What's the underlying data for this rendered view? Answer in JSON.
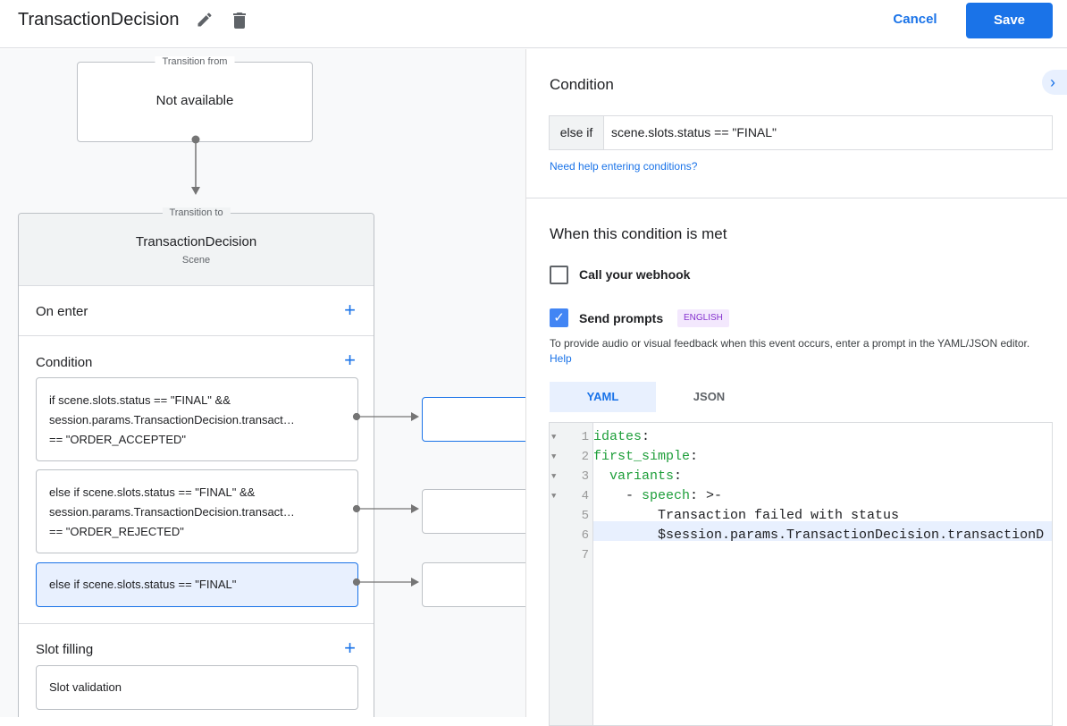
{
  "header": {
    "title": "TransactionDecision",
    "cancel_label": "Cancel",
    "save_label": "Save"
  },
  "canvas": {
    "from_legend": "Transition from",
    "from_value": "Not available",
    "to_legend": "Transition to",
    "scene_name": "TransactionDecision",
    "scene_type": "Scene",
    "on_enter": "On enter",
    "condition": "Condition",
    "slot_filling": "Slot filling",
    "slot_validation": "Slot validation",
    "conditions": [
      {
        "lines": [
          "if scene.slots.status == \"FINAL\" &&",
          "session.params.TransactionDecision.transact…",
          "== \"ORDER_ACCEPTED\""
        ]
      },
      {
        "lines": [
          "else if scene.slots.status == \"FINAL\" &&",
          "session.params.TransactionDecision.transact…",
          "== \"ORDER_REJECTED\""
        ]
      },
      {
        "lines": [
          "else if scene.slots.status == \"FINAL\""
        ]
      }
    ]
  },
  "panel": {
    "condition_heading": "Condition",
    "prefix": "else if",
    "condition_value": "scene.slots.status == \"FINAL\"",
    "help_link": "Need help entering conditions?",
    "met_heading": "When this condition is met",
    "webhook_label": "Call your webhook",
    "webhook_checked": false,
    "prompts_label": "Send prompts",
    "prompts_checked": true,
    "language_badge": "ENGLISH",
    "description": "To provide audio or visual feedback when this event occurs, enter a prompt in the YAML/JSON editor.",
    "help": "Help",
    "tabs": [
      "YAML",
      "JSON"
    ],
    "active_tab": "YAML",
    "code_lines": [
      {
        "n": "1",
        "key": "idates",
        "rest": ":"
      },
      {
        "n": "2",
        "key": "first_simple",
        "rest": ":"
      },
      {
        "n": "3",
        "indent": "  ",
        "key": "variants",
        "rest": ":"
      },
      {
        "n": "4",
        "indent": "    - ",
        "key": "speech",
        "rest": ": >-"
      },
      {
        "n": "5",
        "text": "        Transaction failed with status"
      },
      {
        "n": "6",
        "text": "        $session.params.TransactionDecision.transactionD"
      },
      {
        "n": "7",
        "text": ""
      }
    ]
  },
  "colors": {
    "accent": "#1a73e8",
    "yaml_key": "#1e9e3a",
    "badge_bg": "#f3e8fd",
    "badge_text": "#8430ce"
  }
}
